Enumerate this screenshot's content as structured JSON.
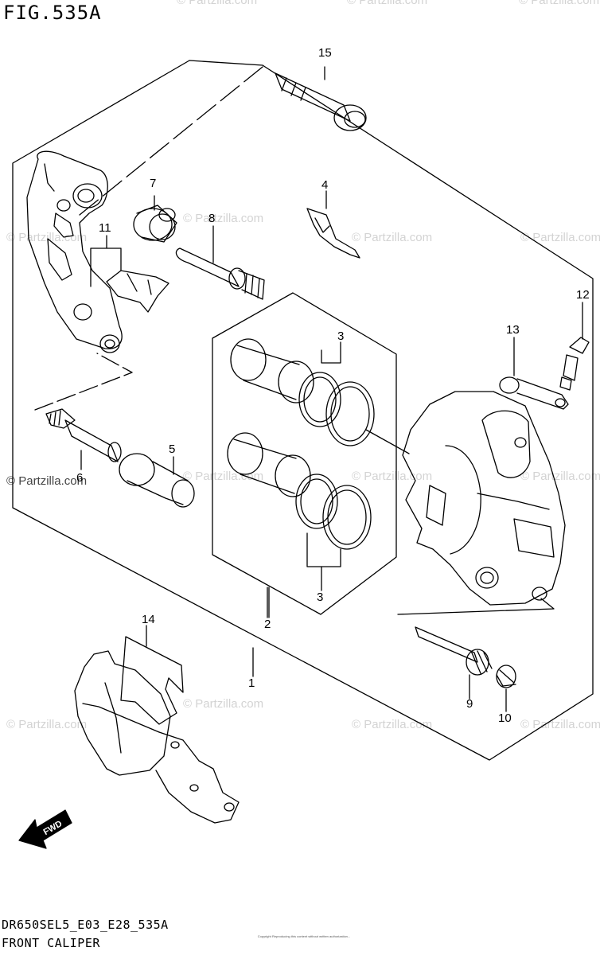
{
  "figure_title": "FIG.535A",
  "watermark_text": "© Partzilla.com",
  "footer": {
    "model_code": "DR650SEL5_E03_E28_535A",
    "diagram_name": "FRONT CALIPER",
    "copyright": "Copyright\nReproducing this content without written authorization..."
  },
  "fwd_label": "FWD",
  "callouts": {
    "c1": "1",
    "c2": "2",
    "c3a": "3",
    "c3b": "3",
    "c4": "4",
    "c5": "5",
    "c6": "6",
    "c7": "7",
    "c8": "8",
    "c9": "9",
    "c10": "10",
    "c11": "11",
    "c12": "12",
    "c13": "13",
    "c14": "14",
    "c15": "15"
  },
  "colors": {
    "line": "#000000",
    "watermark": "#d3d3d3",
    "background": "#ffffff"
  }
}
